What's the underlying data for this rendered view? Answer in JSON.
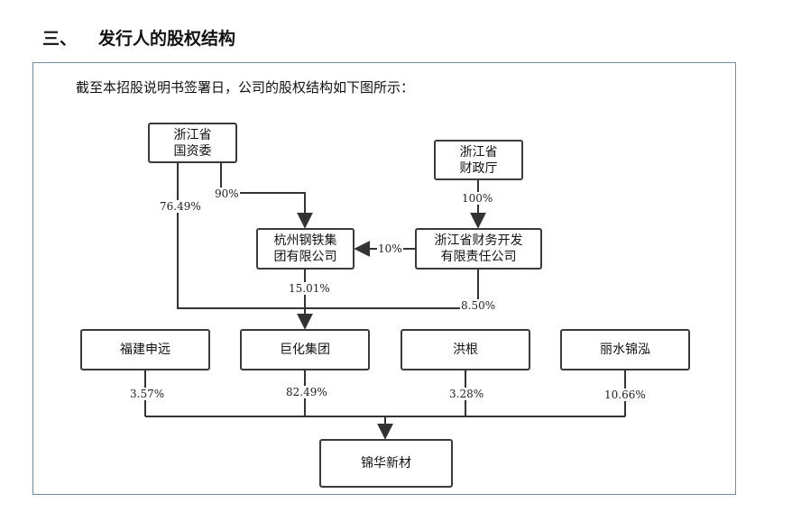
{
  "heading": {
    "number": "三、",
    "title": "发行人的股权结构"
  },
  "intro": "截至本招股说明书签署日，公司的股权结构如下图所示：",
  "entities": {
    "zj_sasac": [
      "浙江省",
      "国资委"
    ],
    "zj_finance": [
      "浙江省",
      "财政厅"
    ],
    "hz_steel": [
      "杭州钢铁集",
      "团有限公司"
    ],
    "zj_finance_dev": [
      "浙江省财务开发",
      "有限责任公司"
    ],
    "fujian_shenyuan": "福建申远",
    "juhua": "巨化集团",
    "honggen": "洪根",
    "lishui_jinhong": "丽水锦泓",
    "jinhua": "锦华新材"
  },
  "percentages": {
    "sasac_to_juhua": "76.49%",
    "sasac_to_hzsteel": "90%",
    "finance_to_dev": "100%",
    "dev_to_hzsteel": "10%",
    "hzsteel_to_juhua": "15.01%",
    "dev_to_juhua": "8.50%",
    "fujian_to_jinhua": "3.57%",
    "juhua_to_jinhua": "82.49%",
    "honggen_to_jinhua": "3.28%",
    "lishui_to_jinhua": "10.66%"
  }
}
